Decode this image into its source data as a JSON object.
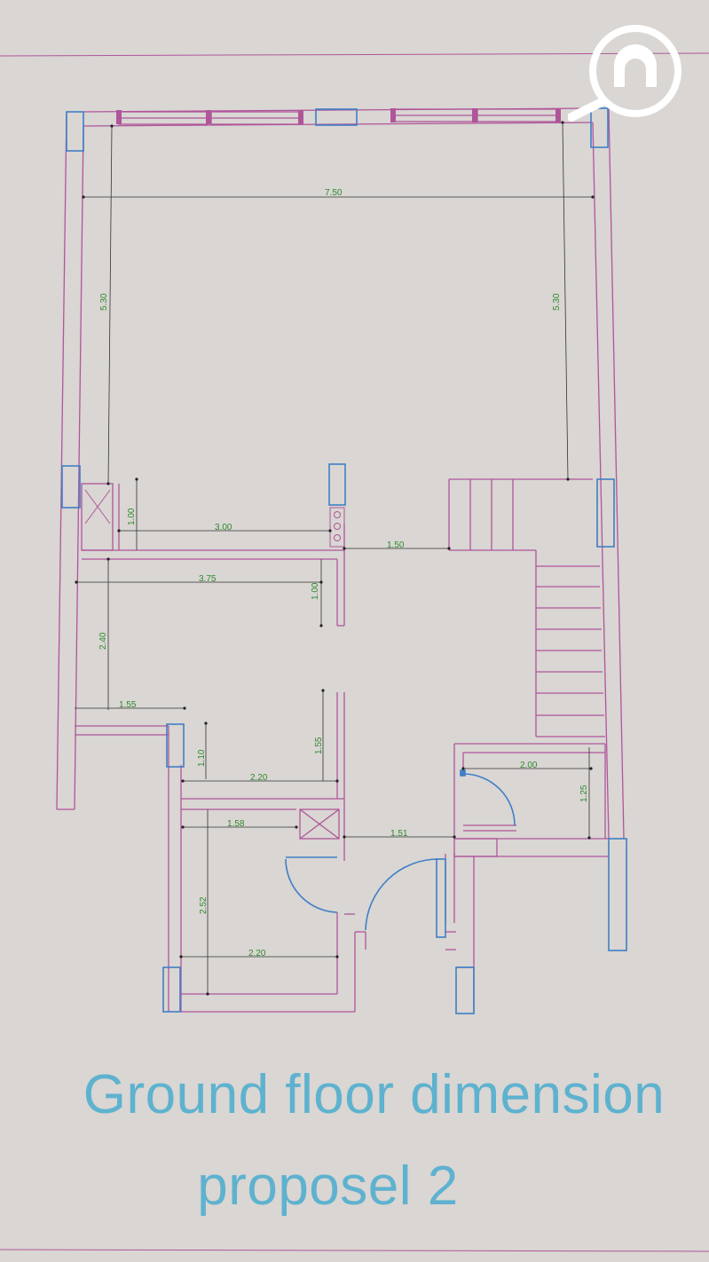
{
  "title": {
    "line1": "Ground floor dimension",
    "line2": "proposel 2"
  },
  "colors": {
    "paper": "#d9d6d3",
    "wall": "#b0559a",
    "window": "#3f7fc6",
    "dimension": "#2f8a2f",
    "title": "#5eb2cf"
  },
  "logo_icon": "house-magnifier-icon",
  "dimensions": {
    "d_7_50": "7.50",
    "d_5_30_left": "5.30",
    "d_5_30_right": "5.30",
    "d_1_00_a": "1.00",
    "d_3_00": "3.00",
    "d_1_50": "1.50",
    "d_3_75": "3.75",
    "d_1_00_b": "1.00",
    "d_2_40": "2.40",
    "d_1_55_h": "1.55",
    "d_1_10": "1.10",
    "d_1_55_v": "1.55",
    "d_2_20_a": "2.20",
    "d_2_00": "2.00",
    "d_1_25": "1.25",
    "d_1_58": "1.58",
    "d_1_51": "1.51",
    "d_2_52": "2.52",
    "d_2_20_b": "2.20"
  }
}
